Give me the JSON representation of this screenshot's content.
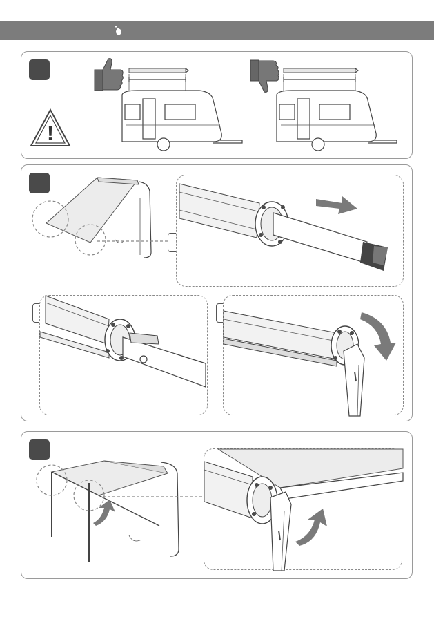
{
  "header": {
    "color": "#7c7c7c",
    "icon": "hand-pointer-icon"
  },
  "panels": [
    {
      "name": "caravan-size-panel",
      "icons": [
        "thumbs-up-icon",
        "thumbs-down-icon",
        "warning-triangle-icon"
      ]
    },
    {
      "name": "unlock-panel",
      "icons": [
        "arrow-right-icon",
        "arrow-down-curved-icon"
      ]
    },
    {
      "name": "extend-panel",
      "icons": [
        "arrow-up-curved-icon"
      ]
    }
  ],
  "warning": {
    "symbol": "!"
  },
  "colors": {
    "accent": "#7a7a7a",
    "step": "#4a4a4a",
    "line": "#444444"
  }
}
